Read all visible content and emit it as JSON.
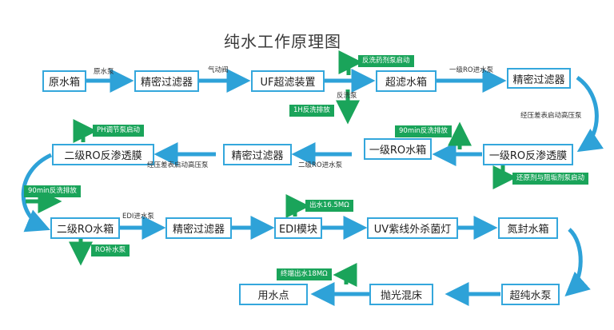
{
  "title": "纯水工作原理图",
  "colors": {
    "box_border": "#34a7dc",
    "arrow_blue": "#2ea2d8",
    "arrow_green": "#1aa45a",
    "tag_bg": "#1aa45a"
  },
  "boxes": {
    "raw_tank": "原水箱",
    "precision_filter_1": "精密过滤器",
    "uf_device": "UF超滤装置",
    "uf_tank": "超滤水箱",
    "precision_filter_2": "精密过滤器",
    "ro1_membrane": "一级RO反渗透膜",
    "ro1_tank": "一级RO水箱",
    "precision_filter_3": "精密过滤器",
    "ro2_membrane": "二级RO反渗透膜",
    "ro2_tank": "二级RO水箱",
    "precision_filter_4": "精密过滤器",
    "edi_module": "EDI模块",
    "uv_lamp": "UV紫线外杀菌灯",
    "nitrogen_tank": "氮封水箱",
    "ultrapure_pump": "超纯水泵",
    "polish_bed": "抛光混床",
    "use_point": "用水点"
  },
  "labels": {
    "raw_pump": "原水泵",
    "pneumatic_valve": "气动阀",
    "backwash_pump": "反洗泵",
    "ro1_feed_pump": "一级RO进水泵",
    "pressure_pump_1": "经压差表启动高压泵",
    "ro2_feed_pump": "二级RO进水泵",
    "pressure_pump_2": "经压差表启动高压泵",
    "edi_feed_pump": "EDI进水泵"
  },
  "tags": {
    "backwash_dosing": "反洗药剂泵启动",
    "backwash_1h": "1H反洗排放",
    "backwash_90_a": "90min反洗排放",
    "reductant_dosing": "还原剂与阻垢剂泵启动",
    "ph_pump": "PH调节泵启动",
    "backwash_90_b": "90min反洗排放",
    "ro_makeup": "RO补水泵",
    "output_edi": "出水16.5MΩ",
    "output_final": "终端出水18MΩ"
  }
}
